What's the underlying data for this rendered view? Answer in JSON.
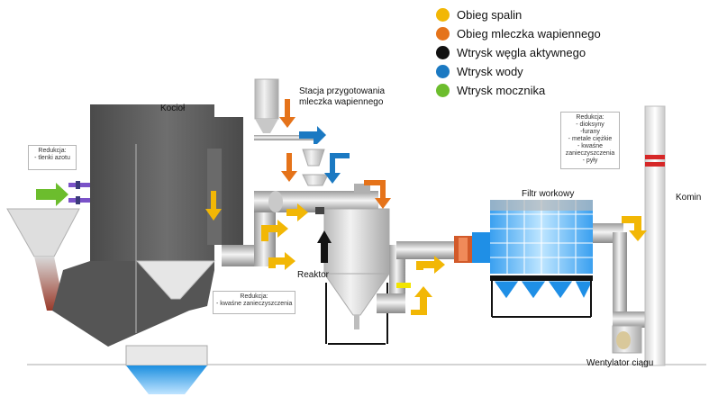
{
  "legend": [
    {
      "label": "Obieg spalin",
      "color": "#f2b705"
    },
    {
      "label": "Obieg mleczka wapiennego",
      "color": "#e5731a"
    },
    {
      "label": "Wtrysk węgla aktywnego",
      "color": "#111111"
    },
    {
      "label": "Wtrysk wody",
      "color": "#1b79c2"
    },
    {
      "label": "Wtrysk mocznika",
      "color": "#6cbd2d"
    }
  ],
  "labels": {
    "boiler": "Kocioł",
    "lime_station_line1": "Stacja przygotowania",
    "lime_station_line2": "mleczka wapiennego",
    "reactor": "Reaktor",
    "bag_filter": "Filtr workowy",
    "chimney": "Komin",
    "fan": "Wentylator ciągu"
  },
  "callouts": {
    "nox": {
      "title": "Redukcja:",
      "lines": [
        "- tlenki azotu"
      ]
    },
    "reactor": {
      "title": "Redukcja:",
      "lines": [
        "- kwaśne zanieczyszczenia"
      ]
    },
    "filter": {
      "title": "Redukcja:",
      "lines": [
        "- dioksyny",
        "-furany",
        "- metale ciężkie",
        "- kwaśne",
        "zanieczyszczenia",
        "- pyły"
      ]
    }
  }
}
